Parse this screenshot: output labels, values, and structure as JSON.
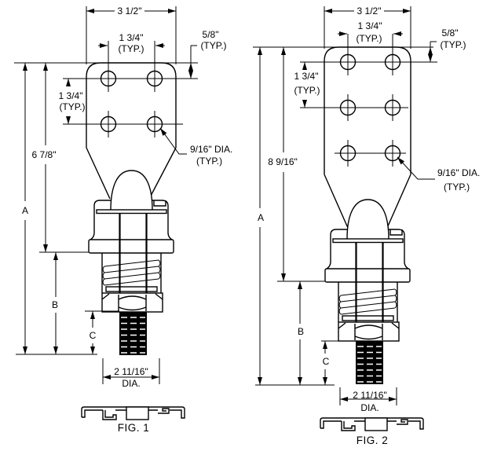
{
  "drawing": {
    "colors": {
      "background": "#ffffff",
      "line": "#000000"
    },
    "figures": [
      {
        "label": "FIG. 1",
        "overall_width": "3 1/2\"",
        "hole_spacing": "1 3/4\"",
        "typ": "(TYP.)",
        "edge_offset": "5/8\"",
        "pad_length": "6 7/8\"",
        "hole_diameter": "9/16\" DIA.",
        "base_diameter": "2 11/16\"",
        "dia_abbr": "DIA.",
        "dim_a": "A",
        "dim_b": "B",
        "dim_c": "C",
        "hole_rows": 2,
        "hole_cols": 2
      },
      {
        "label": "FIG. 2",
        "overall_width": "3 1/2\"",
        "hole_spacing": "1 3/4\"",
        "typ": "(TYP.)",
        "edge_offset": "5/8\"",
        "pad_length": "8 9/16\"",
        "hole_diameter": "9/16\" DIA.",
        "base_diameter": "2 11/16\"",
        "dia_abbr": "DIA.",
        "dim_a": "A",
        "dim_b": "B",
        "dim_c": "C",
        "hole_rows": 3,
        "hole_cols": 2
      }
    ]
  }
}
